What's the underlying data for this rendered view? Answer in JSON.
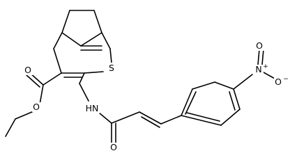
{
  "molecule": {
    "atoms": {
      "sulfur": "S",
      "ester_carbonyl_o": "O",
      "ester_ether_o": "O",
      "amide_nh": "HN",
      "amide_o": "O",
      "nitro_o_top": "O",
      "nitro_n": "N",
      "nitro_n_charge": "+",
      "nitro_o_right": "O",
      "nitro_o_right_charge": "−"
    }
  }
}
